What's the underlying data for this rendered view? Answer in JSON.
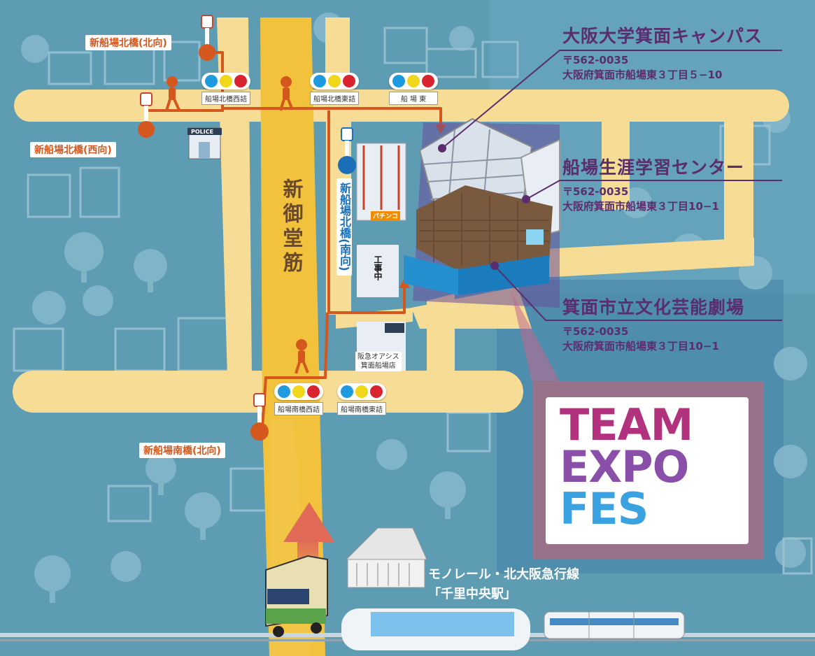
{
  "bus_stops": {
    "north_north": "新船場北橋(北向)",
    "north_west": "新船場北橋(西向)",
    "north_south": "新船場北橋(南向)",
    "south_north": "新船場南橋(北向)"
  },
  "signals": [
    {
      "name": "船場北橋西詰"
    },
    {
      "name": "船場北橋東詰"
    },
    {
      "name": "船 場 東"
    },
    {
      "name": "船場南橋西詰"
    },
    {
      "name": "船場南橋東詰"
    }
  ],
  "road": {
    "name": "新御堂筋"
  },
  "police": {
    "label": "POLICE"
  },
  "shops": {
    "pachinko": "パチンコ",
    "construction": "工事中",
    "oasis_line1": "阪急オアシス",
    "oasis_line2": "箕面船場店"
  },
  "facilities": [
    {
      "name": "大阪大学箕面キャンパス",
      "postal": "〒562-0035",
      "address": "大阪府箕面市船場東３丁目５−10"
    },
    {
      "name": "船場生涯学習センター",
      "postal": "〒562-0035",
      "address": "大阪府箕面市船場東３丁目10−1"
    },
    {
      "name": "箕面市立文化芸能劇場",
      "postal": "〒562-0035",
      "address": "大阪府箕面市船場東３丁目10−1"
    }
  ],
  "logo": {
    "lines": [
      "TEAM",
      "EXPO",
      "FES"
    ]
  },
  "station": {
    "line1": "モノレール・北大阪急行線",
    "line2": "「千里中央駅」"
  },
  "colors": {
    "background": "#5e9cb4",
    "road": "#f6dc94",
    "main_road": "#f2c23c",
    "route": "#d4581e",
    "facility_text": "#5a2d6e",
    "bus_stop_red": "#c8432b",
    "bus_stop_blue": "#1a6fb8"
  },
  "icons": [
    "bus-stop-icon",
    "pedestrian-icon",
    "traffic-signal-icon",
    "police-box-icon",
    "bus-icon",
    "train-icon",
    "route-arrow-icon"
  ]
}
